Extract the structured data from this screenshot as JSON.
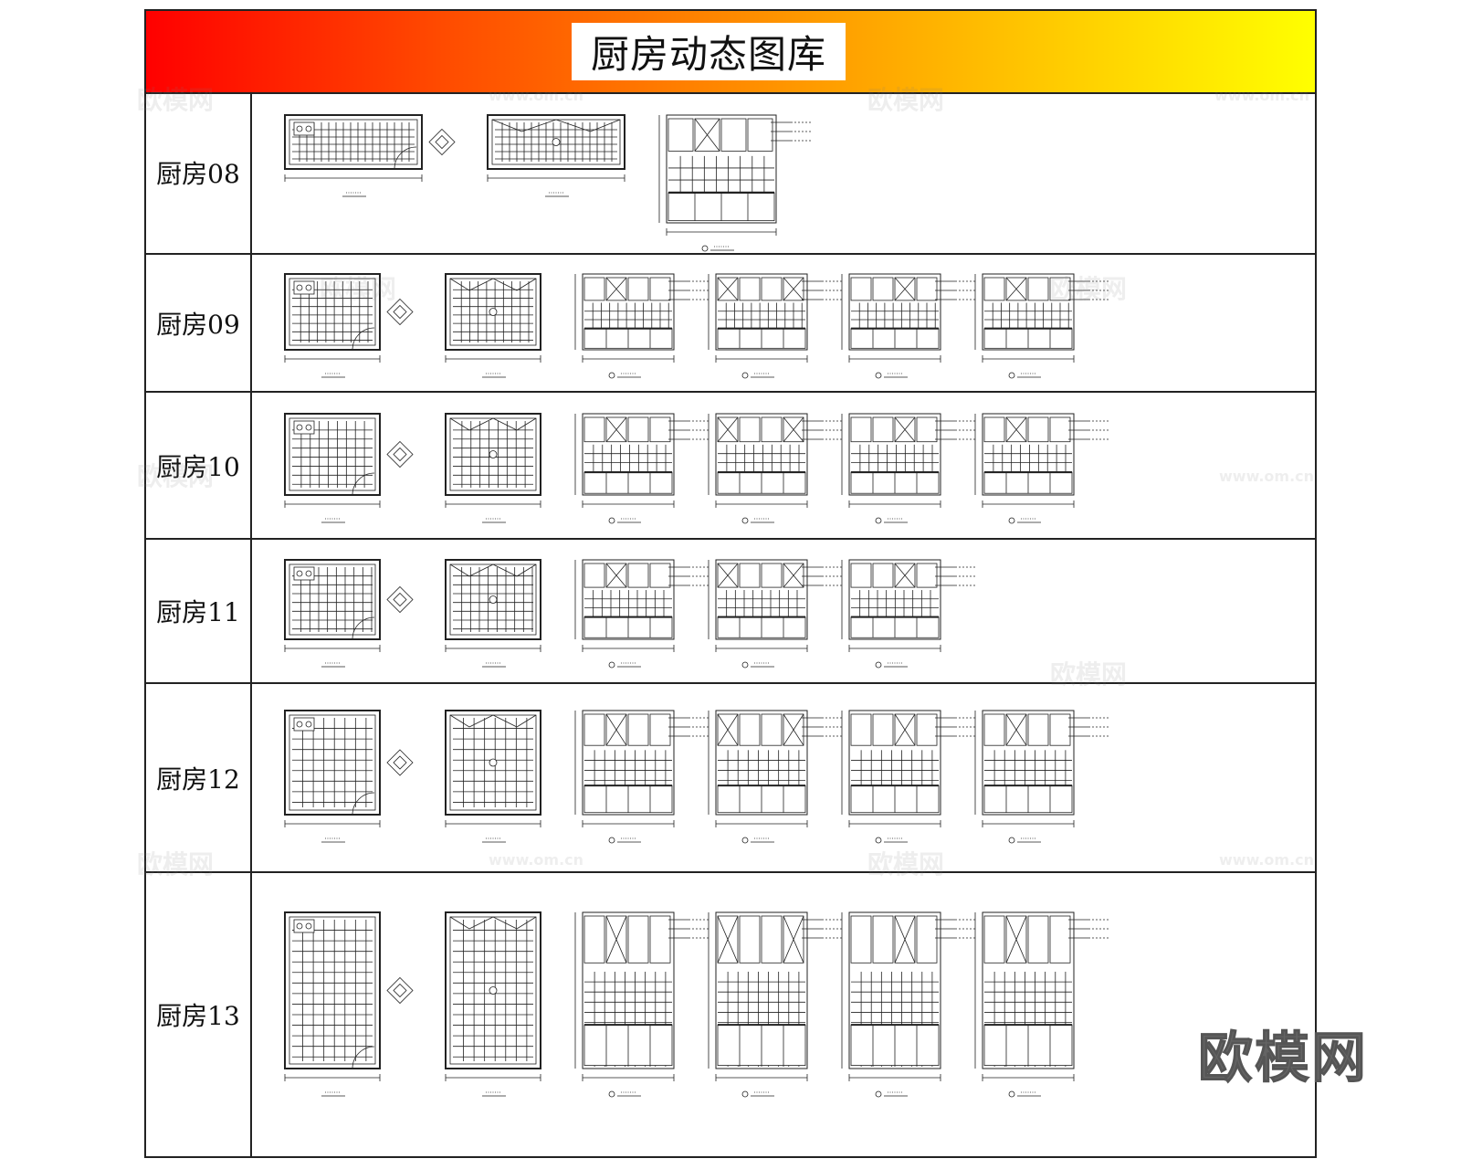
{
  "title": "厨房动态图库",
  "rows": [
    {
      "label": "厨房08",
      "views": 3
    },
    {
      "label": "厨房09",
      "views": 6
    },
    {
      "label": "厨房10",
      "views": 6
    },
    {
      "label": "厨房11",
      "views": 5
    },
    {
      "label": "厨房12",
      "views": 6
    },
    {
      "label": "厨房13",
      "views": 6
    }
  ],
  "watermark": {
    "brand": "欧模网",
    "url": "www.om.cn"
  },
  "colors": {
    "banner_start": "#ff0000",
    "banner_end": "#ffff00",
    "line": "#222222"
  }
}
